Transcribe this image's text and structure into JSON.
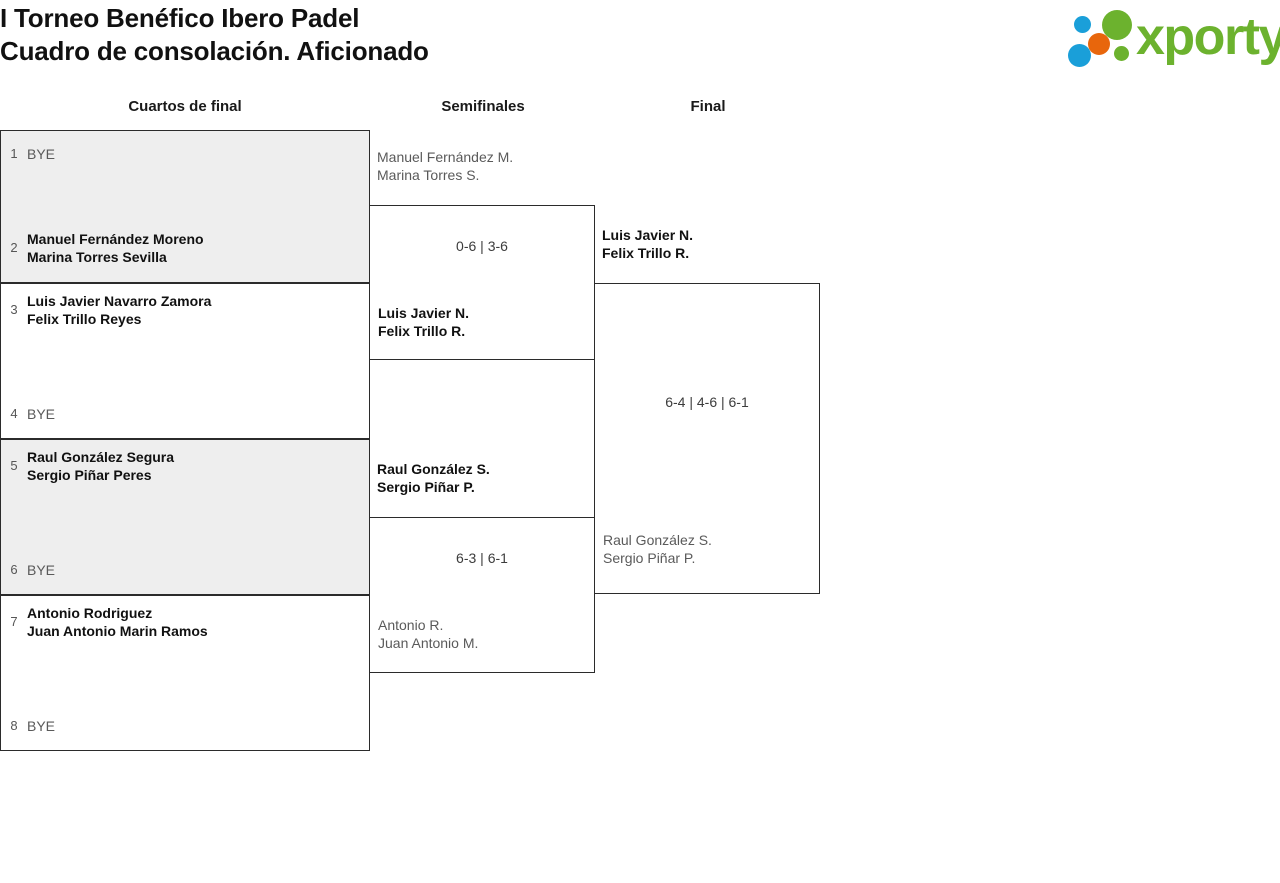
{
  "header": {
    "title_line1": "I Torneo Benéfico Ibero Padel",
    "title_line2": "Cuadro de consolación. Aficionado",
    "logo_word": "xporty",
    "logo_colors": {
      "green": "#6cb22e",
      "blue": "#1a9fd9",
      "orange": "#e8660c"
    }
  },
  "rounds": [
    {
      "label": "Cuartos de final"
    },
    {
      "label": "Semifinales"
    },
    {
      "label": "Final"
    }
  ],
  "bracket": {
    "quarterfinals": [
      {
        "shaded": true,
        "top": {
          "seed": "1",
          "line1": "BYE",
          "line2": "",
          "state": "bye"
        },
        "bottom": {
          "seed": "2",
          "line1": "Manuel Fernández Moreno",
          "line2": "Marina Torres Sevilla",
          "state": "win"
        }
      },
      {
        "shaded": false,
        "top": {
          "seed": "3",
          "line1": "Luis Javier Navarro Zamora",
          "line2": "Felix Trillo Reyes",
          "state": "win"
        },
        "bottom": {
          "seed": "4",
          "line1": "BYE",
          "line2": "",
          "state": "bye"
        }
      },
      {
        "shaded": true,
        "top": {
          "seed": "5",
          "line1": "Raul González Segura",
          "line2": "Sergio Piñar Peres",
          "state": "win"
        },
        "bottom": {
          "seed": "6",
          "line1": "BYE",
          "line2": "",
          "state": "bye"
        }
      },
      {
        "shaded": false,
        "top": {
          "seed": "7",
          "line1": "Antonio Rodriguez",
          "line2": "Juan Antonio Marin Ramos",
          "state": "win"
        },
        "bottom": {
          "seed": "8",
          "line1": "BYE",
          "line2": "",
          "state": "bye"
        }
      }
    ],
    "semifinals": [
      {
        "score": "0-6 | 3-6",
        "top": {
          "line1": "Manuel Fernández M.",
          "line2": "Marina Torres S.",
          "state": "lose"
        },
        "bottom": {
          "line1": "Luis Javier N.",
          "line2": "Felix Trillo R.",
          "state": "win"
        }
      },
      {
        "score": "6-3 | 6-1",
        "top": {
          "line1": "Raul González S.",
          "line2": "Sergio Piñar P.",
          "state": "win"
        },
        "bottom": {
          "line1": "Antonio R.",
          "line2": "Juan Antonio M.",
          "state": "lose"
        }
      }
    ],
    "final": {
      "score": "6-4 | 4-6 | 6-1",
      "top": {
        "line1": "Luis Javier N.",
        "line2": "Felix Trillo R.",
        "state": "win"
      },
      "bottom": {
        "line1": "Raul González S.",
        "line2": "Sergio Piñar P.",
        "state": "lose"
      }
    }
  }
}
